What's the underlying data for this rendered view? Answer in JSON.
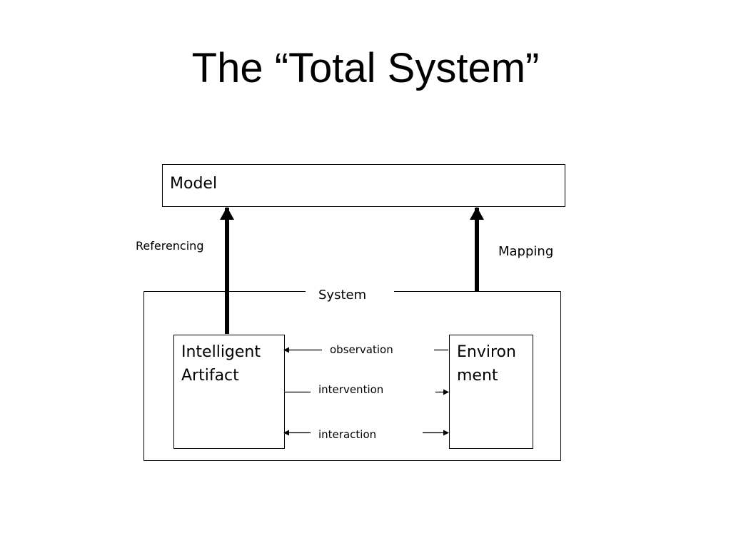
{
  "slide": {
    "title": "The “Total System”"
  },
  "diagram": {
    "model_label": "Model",
    "system_label": "System",
    "artifact_label_line1": "Intelligent",
    "artifact_label_line2": "Artifact",
    "environment_label_line1": "Environ",
    "environment_label_line2": "ment",
    "referencing_label": "Referencing",
    "mapping_label": "Mapping",
    "observation_label": "observation",
    "intervention_label": "intervention",
    "interaction_label": "interaction"
  }
}
